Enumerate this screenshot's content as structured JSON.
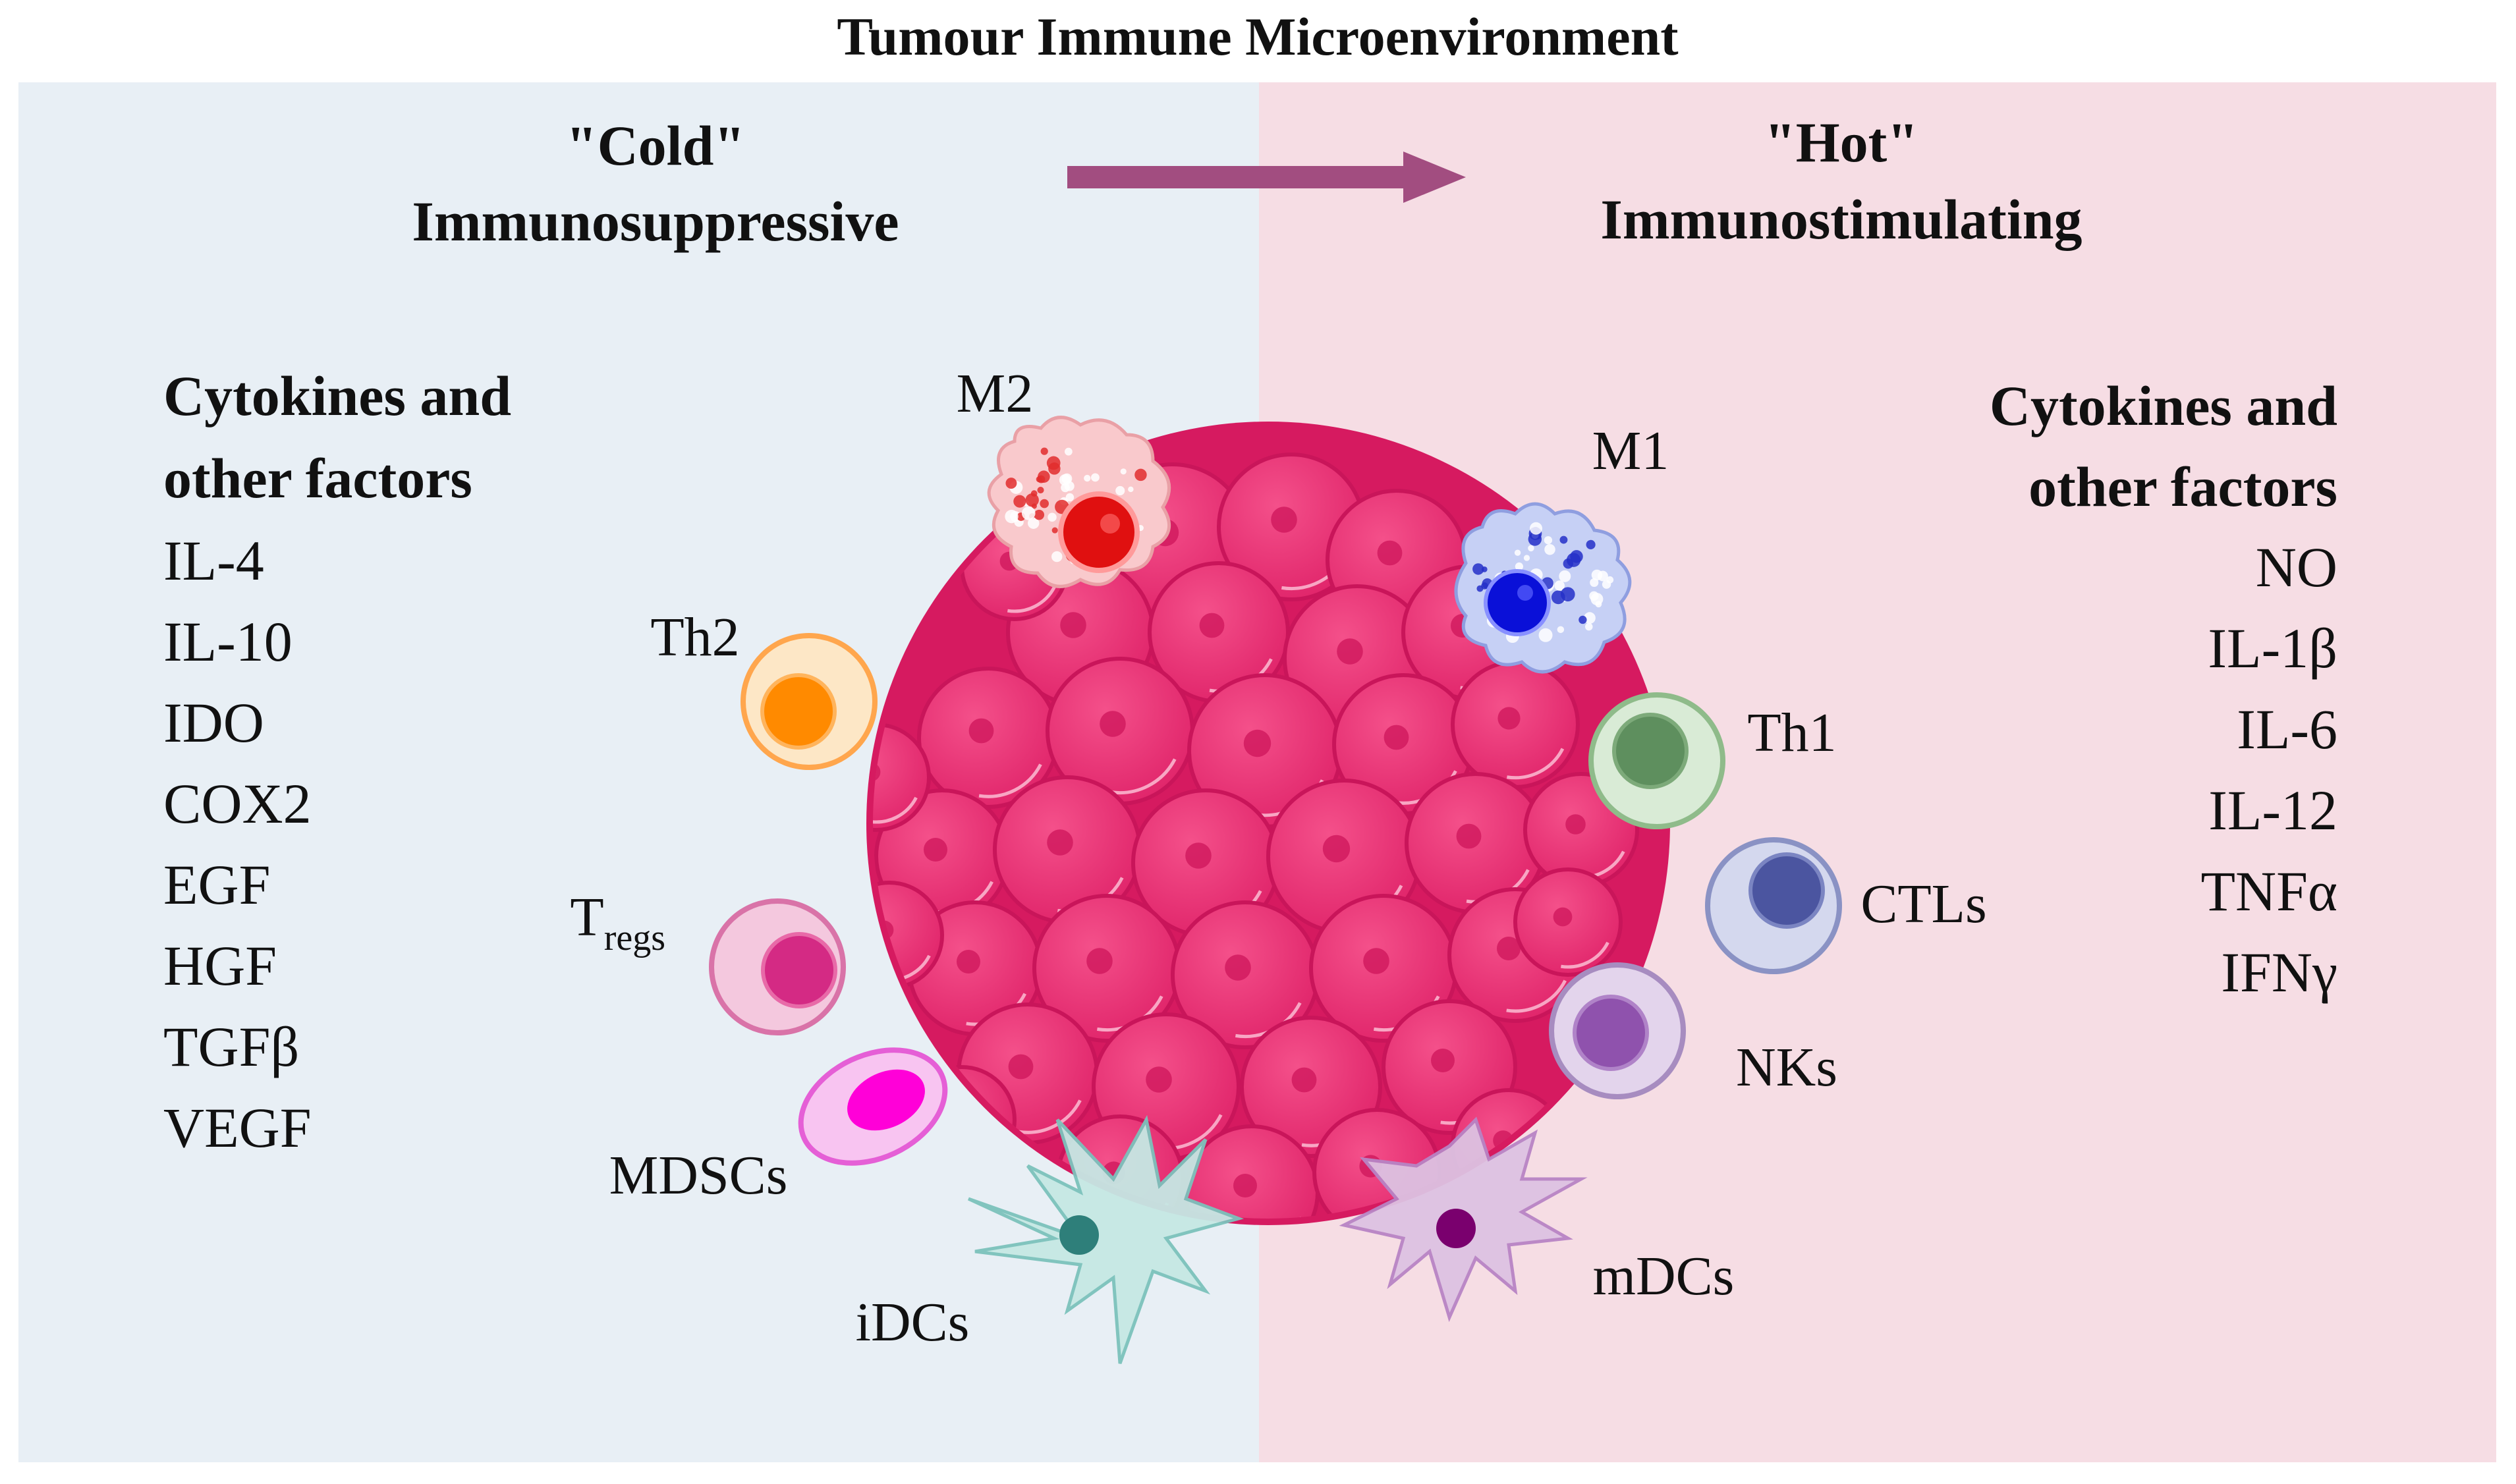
{
  "title": "Tumour Immune Microenvironment",
  "cold": {
    "heading_line1": "\"Cold\"",
    "heading_line2": "Immunosuppressive",
    "factors_heading_line1": "Cytokines and",
    "factors_heading_line2": "other factors",
    "factors": [
      "IL-4",
      "IL-10",
      "IDO",
      "COX2",
      "EGF",
      "HGF",
      "TGFβ",
      "VEGF"
    ],
    "cells": {
      "m2": "M2",
      "th2": "Th2",
      "tregs_base": "T",
      "tregs_sub": "regs",
      "mdscs": "MDSCs",
      "idcs": "iDCs"
    }
  },
  "hot": {
    "heading_line1": "\"Hot\"",
    "heading_line2": "Immunostimulating",
    "factors_heading_line1": "Cytokines and",
    "factors_heading_line2": "other factors",
    "factors": [
      "NO",
      "IL-1β",
      "IL-6",
      "IL-12",
      "TNFα",
      "IFNγ"
    ],
    "cells": {
      "m1": "M1",
      "th1": "Th1",
      "ctls": "CTLs",
      "nks": "NKs",
      "mdcs": "mDCs"
    }
  },
  "colors": {
    "cold_panel": "#e8eff5",
    "hot_panel": "#f6dde4",
    "arrow": "#a24d80",
    "tumour": "#e8336f",
    "th2": "#ff8a00",
    "tregs": "#d42a84",
    "mdscs": "#ff00d8",
    "idcs": "#2e7f7a",
    "m2": "#e01010",
    "m1": "#0a10d8",
    "th1": "#5e8f5e",
    "ctls": "#4b55a0",
    "nks": "#8f52ad",
    "mdcs": "#7a006e"
  },
  "icons": [
    "tumour-mass-icon",
    "m2-macrophage-icon",
    "m1-macrophage-icon",
    "th2-cell-icon",
    "treg-cell-icon",
    "mdsc-cell-icon",
    "idc-cell-icon",
    "th1-cell-icon",
    "ctl-cell-icon",
    "nk-cell-icon",
    "mdc-cell-icon",
    "transition-arrow-icon"
  ]
}
